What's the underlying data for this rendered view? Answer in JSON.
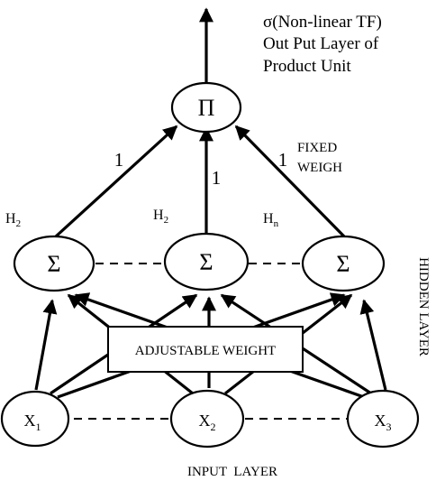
{
  "output_annotation": {
    "line1": "σ(Non-linear TF)",
    "line2": "Out Put Layer of",
    "line3": "Product Unit"
  },
  "output_node": {
    "symbol": "Π"
  },
  "fixed_weight_label": {
    "line1": "FIXED",
    "line2": "WEIGH"
  },
  "fixed_weights": [
    "1",
    "1",
    "1"
  ],
  "hidden_nodes": [
    {
      "symbol": "Σ",
      "label": "H",
      "subscript": "2"
    },
    {
      "symbol": "Σ",
      "label": "H",
      "subscript": "2"
    },
    {
      "symbol": "Σ",
      "label": "H",
      "subscript": "n"
    }
  ],
  "adjustable_weight_label": "ADJUSTABLE WEIGHT",
  "input_nodes": [
    {
      "label": "X",
      "subscript": "1"
    },
    {
      "label": "X",
      "subscript": "2"
    },
    {
      "label": "X",
      "subscript": "3"
    }
  ],
  "hidden_layer_label": "HIDDEN LAYER",
  "input_layer_label": "INPUT  LAYER"
}
